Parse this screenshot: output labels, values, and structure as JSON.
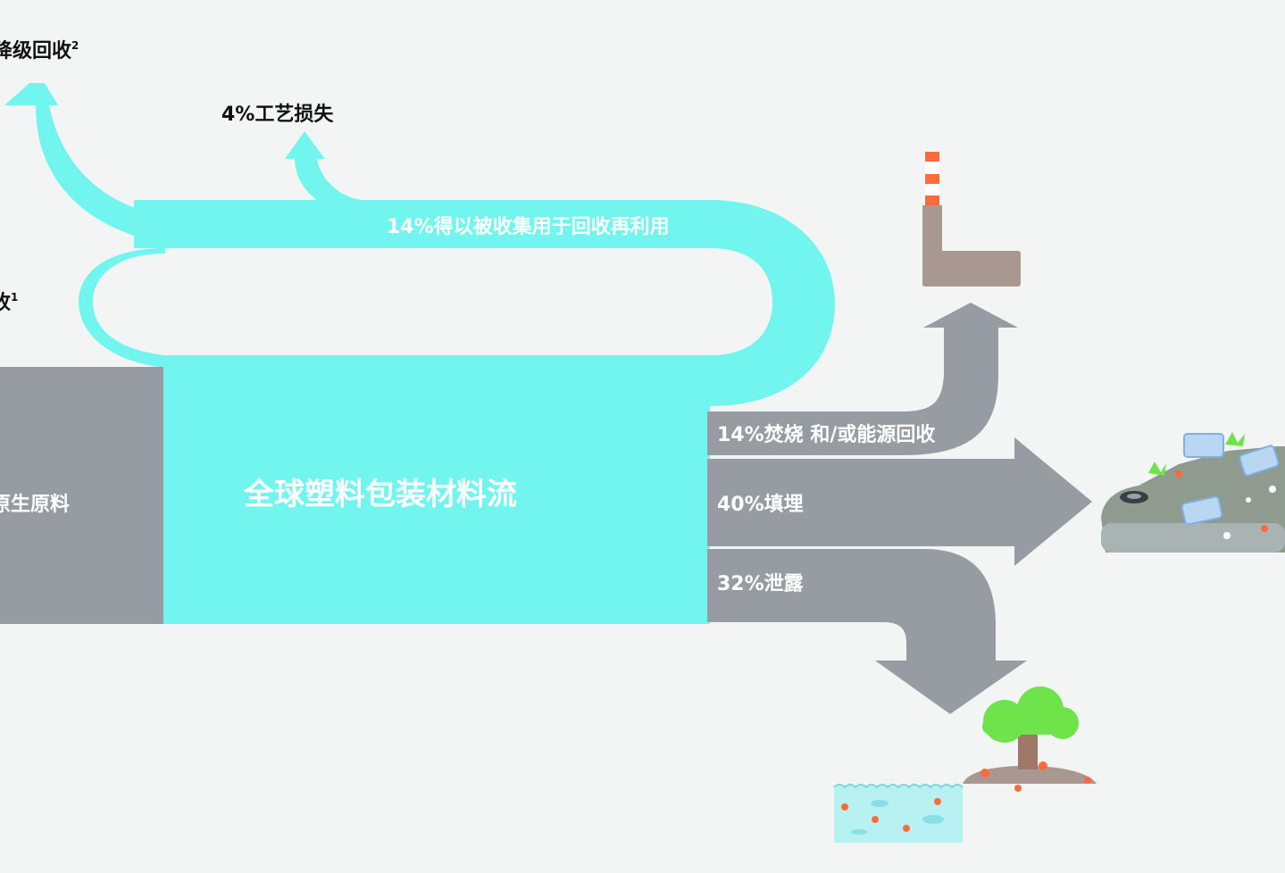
{
  "labels": {
    "downcycling": "降级回收",
    "downcycling_sup": "2",
    "process_loss": "4%工艺损失",
    "collected_recycling": "14%得以被收集用于回收再利用",
    "closed_loop": "收",
    "closed_loop_sup": "1",
    "virgin": "原生原料",
    "main_flow": "全球塑料包装材料流",
    "incineration": "14%焚烧 和/或能源回收",
    "landfill": "40%填埋",
    "leakage": "32%泄露"
  },
  "icons": {
    "incineration": "factory-chimney-icon",
    "landfill": "landfill-pile-icon",
    "leakage": "island-tree-icon",
    "ocean": "ocean-fish-icon"
  },
  "colors": {
    "recycle_flow": "#72f5ef",
    "waste_flow": "#979ca2",
    "background": "#f3f5f5"
  }
}
